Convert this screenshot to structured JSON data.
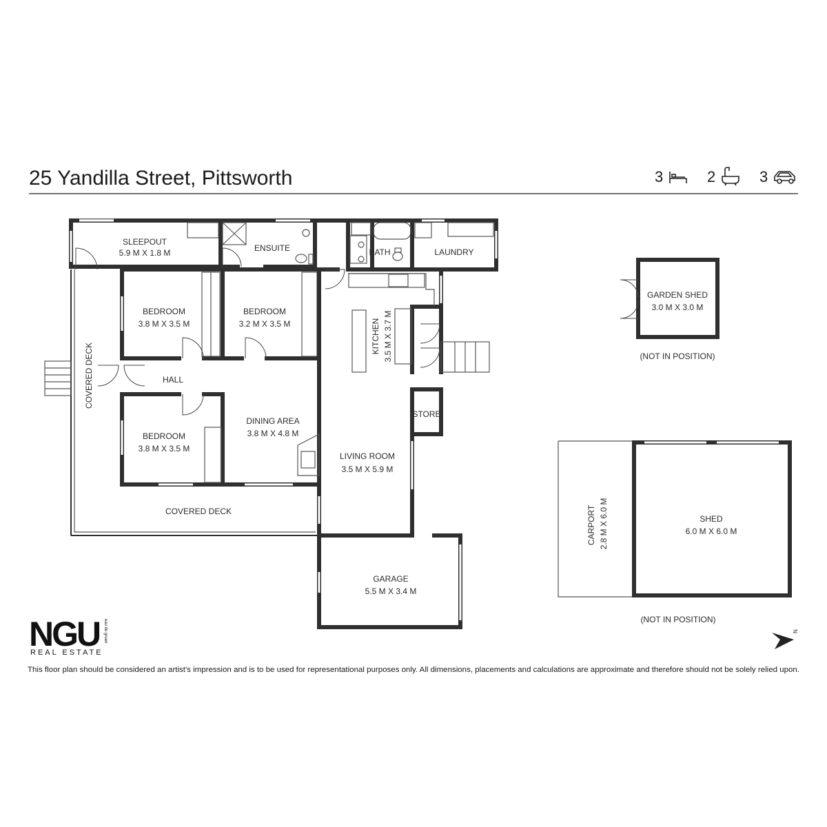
{
  "header": {
    "address": "25 Yandilla Street, Pittsworth",
    "bedrooms": "3",
    "bathrooms": "2",
    "car_spaces": "3"
  },
  "rooms": {
    "sleepout": {
      "name": "SLEEPOUT",
      "dims": "5.9 M X 1.8 M"
    },
    "ensuite": {
      "name": "ENSUITE"
    },
    "bath": {
      "name": "BATH"
    },
    "laundry": {
      "name": "LAUNDRY"
    },
    "bedroom1": {
      "name": "BEDROOM",
      "dims": "3.8 M X 3.5 M"
    },
    "bedroom2": {
      "name": "BEDROOM",
      "dims": "3.2 M X 3.5 M"
    },
    "bedroom3": {
      "name": "BEDROOM",
      "dims": "3.8 M X 3.5 M"
    },
    "kitchen": {
      "name": "KITCHEN",
      "dims": "3.5 M X 3.7 M"
    },
    "hall": {
      "name": "HALL"
    },
    "covered_deck_side": {
      "name": "COVERED DECK"
    },
    "covered_deck_front": {
      "name": "COVERED DECK"
    },
    "dining": {
      "name": "DINING AREA",
      "dims": "3.8 M X 4.8 M"
    },
    "living": {
      "name": "LIVING ROOM",
      "dims": "3.5 M X 5.9 M"
    },
    "store": {
      "name": "STORE"
    },
    "garage": {
      "name": "GARAGE",
      "dims": "5.5 M X 3.4 M"
    },
    "garden_shed": {
      "name": "GARDEN SHED",
      "dims": "3.0 M X 3.0 M"
    },
    "carport": {
      "name": "CARPORT",
      "dims": "2.8 M X 6.0 M"
    },
    "shed": {
      "name": "SHED",
      "dims": "6.0 M X 6.0 M"
    }
  },
  "notes": {
    "garden_shed_position": "(NOT IN POSITION)",
    "shed_position": "(NOT IN POSITION)"
  },
  "logo": {
    "mark": "NGU",
    "sub": "REAL ESTATE",
    "vertical": "eau de gruen"
  },
  "compass": {
    "label": "N"
  },
  "disclaimer": "This floor plan should be considered an artist's impression and is to be used for representational purposes only. All dimensions, placements and calculations are approximate and therefore should not be solely relied upon.",
  "icons": {
    "bed": "bed-icon",
    "bath": "bathtub-icon",
    "car": "car-icon",
    "compass": "north-arrow-icon"
  },
  "colors": {
    "wall": "#2f2f2f",
    "text": "#2b2b2b",
    "background": "#ffffff"
  }
}
